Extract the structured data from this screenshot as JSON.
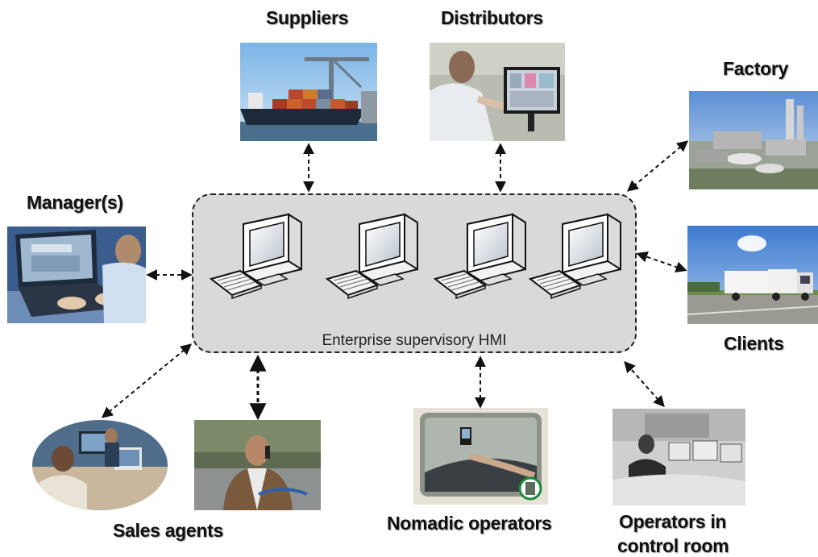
{
  "hub": {
    "caption": "Enterprise supervisory HMI",
    "workstation_count": 4,
    "fill_color": "#d9d9d9"
  },
  "nodes": {
    "suppliers": {
      "label": "Suppliers"
    },
    "distributors": {
      "label": "Distributors"
    },
    "factory": {
      "label": "Factory"
    },
    "managers": {
      "label": "Manager(s)"
    },
    "clients": {
      "label": "Clients"
    },
    "sales_agents": {
      "label": "Sales agents"
    },
    "nomadic_operators": {
      "label": "Nomadic operators"
    },
    "control_room": {
      "label_line1": "Operators in",
      "label_line2": "control room"
    }
  },
  "connector_style": "dashed double-headed arrow"
}
